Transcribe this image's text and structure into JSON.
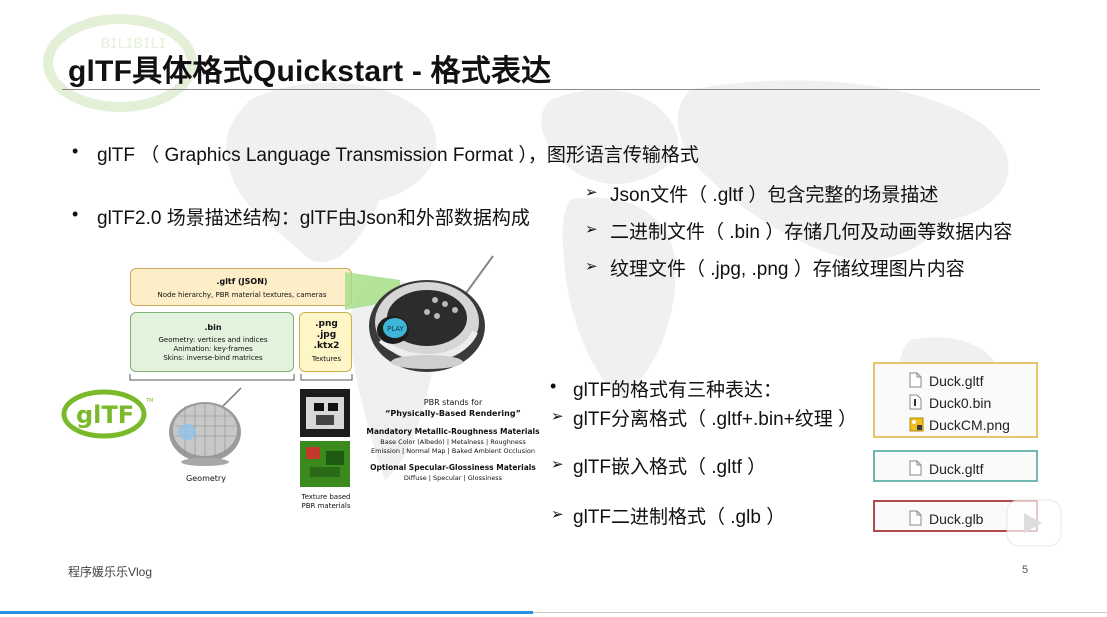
{
  "title": "glTF具体格式Quickstart - 格式表达",
  "bullets": {
    "b1": "glTF （ Graphics Language Transmission Format ），图形语言传输格式",
    "b2": "glTF2.0 场景描述结构：glTF由Json和外部数据构成"
  },
  "subitems": [
    "Json文件（ .gltf ）包含完整的场景描述",
    "二进制文件（ .bin ）存储几何及动画等数据内容",
    "纹理文件（ .jpg, .png ）存储纹理图片内容"
  ],
  "diagram": {
    "gltf_box_title": ".gltf (JSON)",
    "gltf_box_sub": "Node hierarchy, PBR material textures, cameras",
    "bin_title": ".bin",
    "bin_l1": "Geometry: vertices and indices",
    "bin_l2": "Animation: key-frames",
    "bin_l3": "Skins: inverse-bind matrices",
    "tex_l1": ".png",
    "tex_l2": ".jpg",
    "tex_l3": ".ktx2",
    "tex_l4": "Textures",
    "logo_text": "glTF",
    "play_label": "PLAY",
    "geometry_label": "Geometry",
    "texture_label_1": "Texture based",
    "texture_label_2": "PBR materials",
    "pbr_1": "PBR stands for",
    "pbr_2": "“Physically-Based Rendering”",
    "pbr_3": "Mandatory Metallic-Roughness Materials",
    "pbr_4": "Base Color (Albedo) | Metalness | Roughness",
    "pbr_5": "Emission | Normal Map | Baked Ambient Occlusion",
    "pbr_6": "Optional Specular-Glossiness Materials",
    "pbr_7": "Diffuse | Specular | Glossiness"
  },
  "formats": {
    "head": "glTF的格式有三种表达：",
    "f1": "glTF分离格式（ .gltf+.bin+纹理 ）",
    "f2": "glTF嵌入格式（ .gltf ）",
    "f3": "glTF二进制格式（ .glb ）"
  },
  "files": {
    "group1": [
      "Duck.gltf",
      "Duck0.bin",
      "DuckCM.png"
    ],
    "group2": "Duck.gltf",
    "group3": "Duck.glb"
  },
  "colors": {
    "group1_border": "#e8c56a",
    "group2_border": "#6fb8b0",
    "group3_border": "#b04a4a",
    "accent_blue": "#2b8fe0",
    "logo_green": "#7ab92a"
  },
  "footer": {
    "left": "程序媛乐乐Vlog",
    "page": "5"
  }
}
